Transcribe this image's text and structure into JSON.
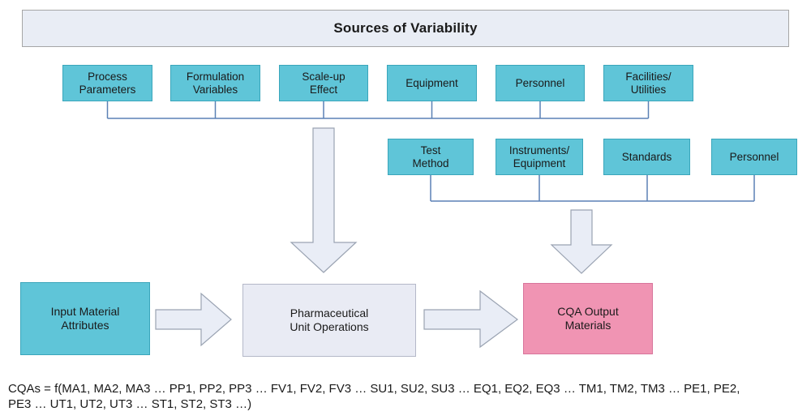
{
  "title": "Sources of Variability",
  "diagram": {
    "process_sources": [
      {
        "label": "Process\nParameters"
      },
      {
        "label": "Formulation\nVariables"
      },
      {
        "label": "Scale-up\nEffect"
      },
      {
        "label": "Equipment"
      },
      {
        "label": "Personnel"
      },
      {
        "label": "Facilities/\nUtilities"
      }
    ],
    "measurement_sources": [
      {
        "label": "Test\nMethod"
      },
      {
        "label": "Instruments/\nEquipment"
      },
      {
        "label": "Standards"
      },
      {
        "label": "Personnel"
      }
    ],
    "flow": {
      "input": {
        "label": "Input Material\nAttributes"
      },
      "process": {
        "label": "Pharmaceutical\nUnit Operations"
      },
      "output": {
        "label": "CQA Output\nMaterials"
      }
    }
  },
  "formula": {
    "line1": "CQAs = f(MA1, MA2, MA3 … PP1, PP2, PP3 … FV1, FV2, FV3 … SU1, SU2, SU3 … EQ1, EQ2, EQ3 … TM1, TM2, TM3 … PE1, PE2,",
    "line2": "PE3 … UT1, UT2, UT3 … ST1, ST2, ST3 …)"
  },
  "colors": {
    "source_box": "#5fc5d8",
    "source_box_border": "#3aa6bb",
    "output_box": "#f094b3",
    "output_box_border": "#d8759c",
    "header_fill": "#e9edf5",
    "header_border": "#a6a6a6",
    "process_fill": "#e9ebf4",
    "process_border": "#b4b8c8",
    "arrow_fill": "#e9edf6",
    "arrow_border": "#9aa3b2",
    "connector_line": "#5b81b5"
  }
}
